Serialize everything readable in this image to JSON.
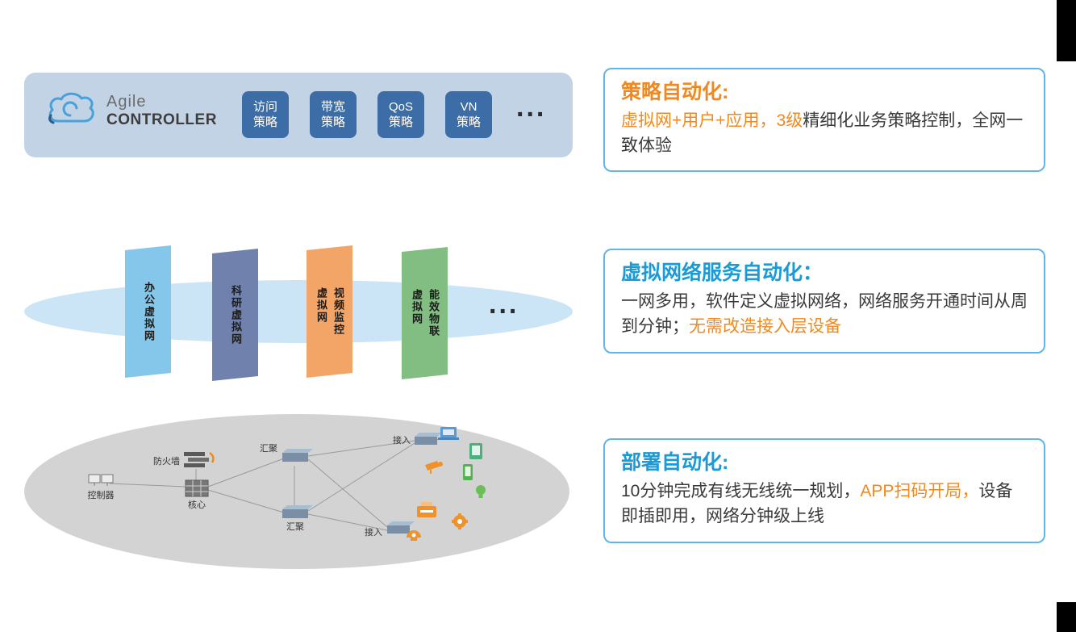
{
  "colors": {
    "accent_orange": "#F0891F",
    "accent_blue": "#1C9AD6",
    "callout_border": "#5FB6E8",
    "banner_bg": "#C3D3E6",
    "policy_tile_bg": "#3C6DA6",
    "virtual_ellipse_bg": "#CBE5F7",
    "physical_ellipse_bg": "#D3D3D3",
    "plane_colors": [
      "#85C7EA",
      "#6F81AC",
      "#F3A568",
      "#82BE82"
    ]
  },
  "top_banner": {
    "logo": {
      "line1": "Agile",
      "line2": "CONTROLLER"
    },
    "policies": [
      {
        "line1": "访问",
        "line2": "策略"
      },
      {
        "line1": "带宽",
        "line2": "策略"
      },
      {
        "line1": "QoS",
        "line2": "策略"
      },
      {
        "line1": "VN",
        "line2": "策略"
      }
    ],
    "ellipsis": "..."
  },
  "virtual_layer": {
    "planes": [
      {
        "lines": [
          "办公虚拟网"
        ]
      },
      {
        "lines": [
          "科研虚拟网"
        ]
      },
      {
        "lines": [
          "视频监控",
          "虚拟网"
        ]
      },
      {
        "lines": [
          "能效物联",
          "虚拟网"
        ]
      }
    ],
    "ellipsis": "..."
  },
  "physical_layer": {
    "labels": {
      "controller": "控制器",
      "firewall": "防火墙",
      "core": "核心",
      "aggregation_top": "汇聚",
      "aggregation_bottom": "汇聚",
      "access_top": "接入",
      "access_bottom": "接入"
    }
  },
  "callouts": [
    {
      "title": "策略自动化:",
      "segments": [
        {
          "text": "虚拟网+用户+应用，3级",
          "tone": "orange"
        },
        {
          "text": "精细化业务策略控制，全网一致体验",
          "tone": "dark"
        }
      ]
    },
    {
      "title": "虚拟网络服务自动化：",
      "segments": [
        {
          "text": "一网多用，软件定义虚拟网络，网络服务开通时间从周到分钟；",
          "tone": "dark"
        },
        {
          "text": "无需改造接入层设备",
          "tone": "orange"
        }
      ]
    },
    {
      "title": "部署自动化:",
      "segments": [
        {
          "text": "10分钟完成有线无线统一规划，",
          "tone": "dark"
        },
        {
          "text": "APP扫码开局，",
          "tone": "orange"
        },
        {
          "text": "设备即插即用，网络分钟级上线",
          "tone": "dark"
        }
      ]
    }
  ]
}
